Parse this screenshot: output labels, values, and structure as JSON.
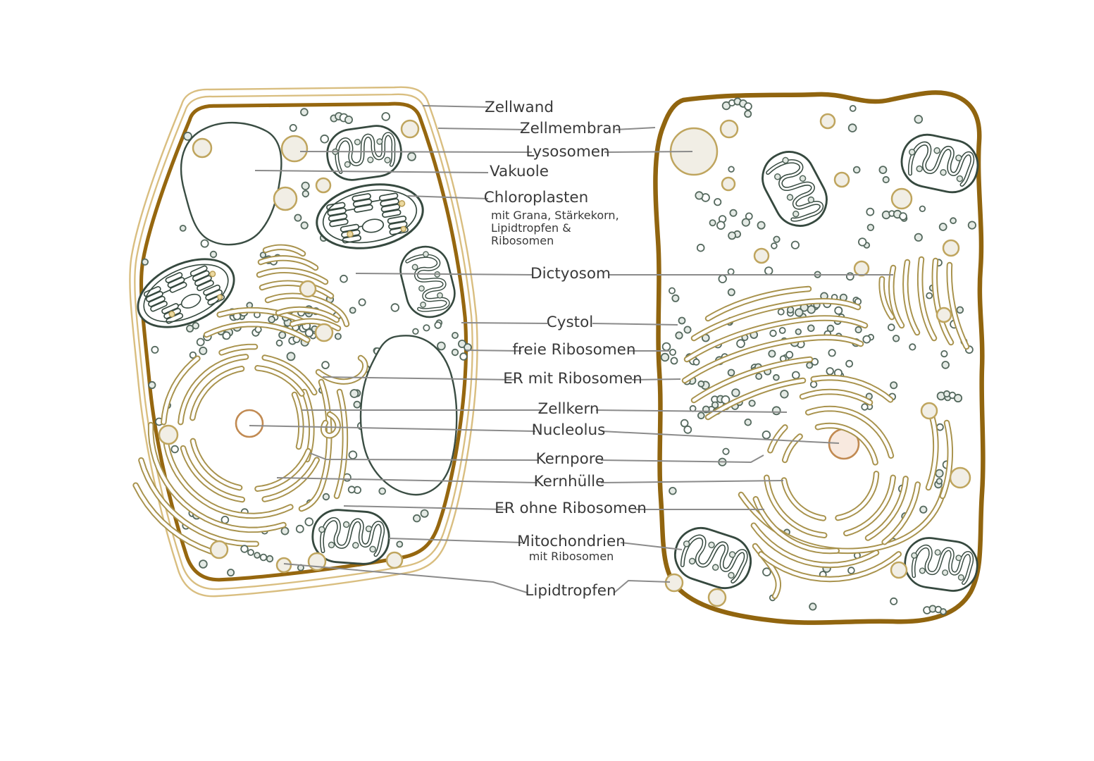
{
  "colors": {
    "cell_wall": "#d9be80",
    "cell_membrane": "#96670f",
    "organelle_outline": "#36493f",
    "endomembrane_gold": "#a8924c",
    "vesicle_fill": "#f1eee5",
    "vesicle_stroke": "#bfa55e",
    "nucleolus_stroke": "#c18a52",
    "leader_line": "#8b8b8b",
    "label_text": "#3a3a3a",
    "background": "#ffffff"
  },
  "labels": [
    {
      "id": "zellwand",
      "text": "Zellwand"
    },
    {
      "id": "zellmembran",
      "text": "Zellmembran"
    },
    {
      "id": "lysosomen",
      "text": "Lysosomen"
    },
    {
      "id": "vakuole",
      "text": "Vakuole"
    },
    {
      "id": "chloroplasten",
      "text": "Chloroplasten",
      "sub": [
        "mit Grana, Stärkekorn,",
        "Lipidtropfen &",
        "Ribosomen"
      ]
    },
    {
      "id": "dictyosom",
      "text": "Dictyosom"
    },
    {
      "id": "cystol",
      "text": "Cystol"
    },
    {
      "id": "freie-ribosomen",
      "text": "freie Ribosomen"
    },
    {
      "id": "er-mit-ribosomen",
      "text": "ER mit Ribosomen"
    },
    {
      "id": "zellkern",
      "text": "Zellkern"
    },
    {
      "id": "nucleolus",
      "text": "Nucleolus"
    },
    {
      "id": "kernpore",
      "text": "Kernpore"
    },
    {
      "id": "kernhuelle",
      "text": "Kernhülle"
    },
    {
      "id": "er-ohne-ribosomen",
      "text": "ER ohne Ribosomen"
    },
    {
      "id": "mitochondrien",
      "text": "Mitochondrien",
      "sub": [
        "mit Ribosomen"
      ]
    },
    {
      "id": "lipidtropfen",
      "text": "Lipidtropfen"
    }
  ]
}
